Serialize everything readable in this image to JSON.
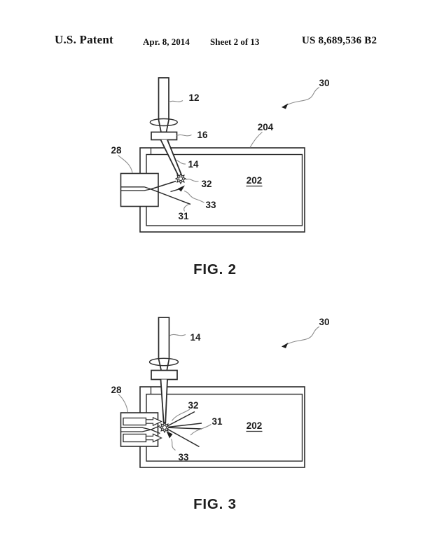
{
  "header": {
    "title": "U.S. Patent",
    "date": "Apr. 8, 2014",
    "sheet": "Sheet 2 of 13",
    "patent_number": "US 8,689,536 B2"
  },
  "fig2": {
    "caption": "FIG. 2",
    "r12": "12",
    "r16": "16",
    "r30": "30",
    "r204": "204",
    "r28": "28",
    "r14": "14",
    "r202": "202",
    "r32": "32",
    "r33": "33",
    "r31": "31"
  },
  "fig3": {
    "caption": "FIG. 3",
    "r14": "14",
    "r30": "30",
    "r28": "28",
    "r32": "32",
    "r31": "31",
    "r202": "202",
    "r33": "33"
  },
  "colors": {
    "ink": "#2b2b2b",
    "leader_line": "#8b8b8b",
    "background": "#ffffff"
  }
}
